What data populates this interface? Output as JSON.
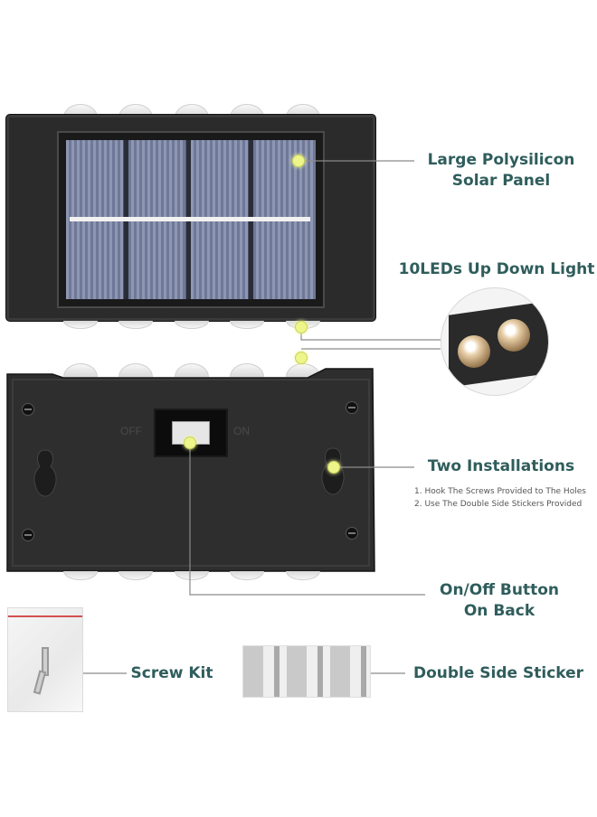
{
  "callouts": {
    "solar_line1": "Large Polysilicon",
    "solar_line2": "Solar Panel",
    "leds": "10LEDs Up Down Light",
    "install": "Two Installations",
    "install_note1": "1. Hook The Screws Provided to The Holes",
    "install_note2": "2. Use The Double Side Stickers Provided",
    "button_line1": "On/Off Button",
    "button_line2": "On Back",
    "screw_kit": "Screw Kit",
    "sticker": "Double Side Sticker"
  },
  "switch": {
    "off_label": "OFF",
    "on_label": "ON"
  },
  "colors": {
    "text": "#2f5d5c",
    "highlight_dot": "#eef58a",
    "body": "#2b2b2b",
    "panel": "#7f8aa8"
  },
  "icons": [
    "screw-hole-icon",
    "keyhole-icon",
    "led-bulb-icon"
  ]
}
